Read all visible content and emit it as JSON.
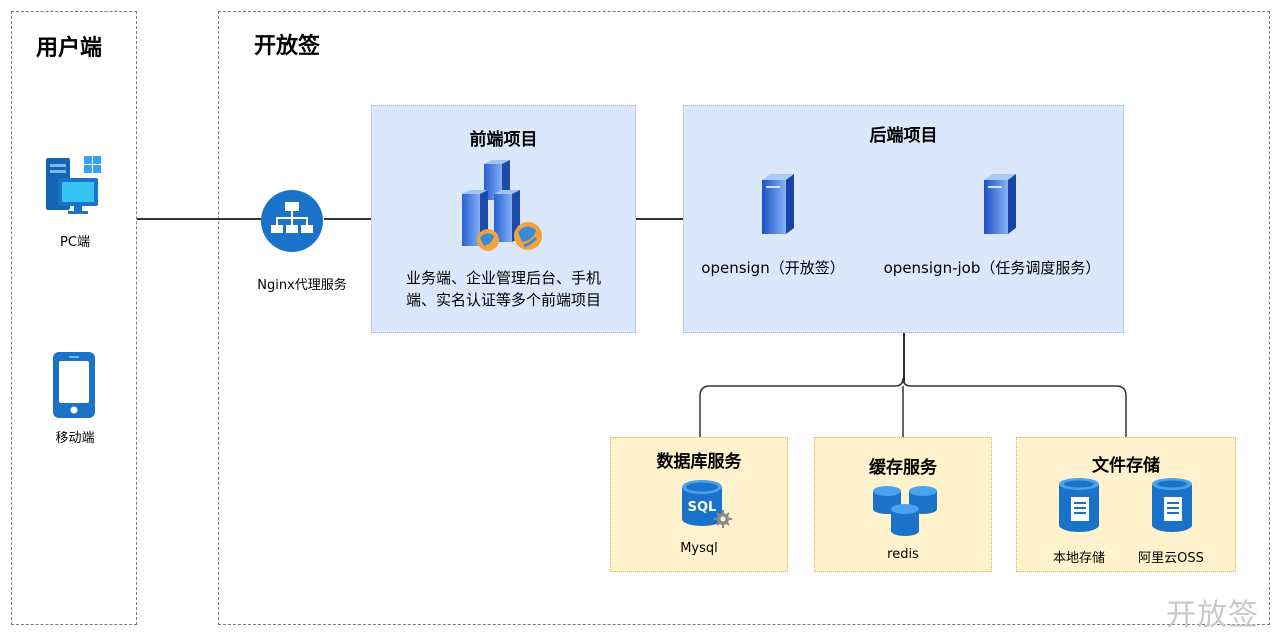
{
  "panels": {
    "user_title": "用户端",
    "system_title": "开放签"
  },
  "clients": {
    "pc_label": "PC端",
    "mobile_label": "移动端"
  },
  "nginx": {
    "label": "Nginx代理服务"
  },
  "frontend": {
    "title": "前端项目",
    "desc_line1": "业务端、企业管理后台、手机",
    "desc_line2": "端、实名认证等多个前端项目"
  },
  "backend": {
    "title": "后端项目",
    "service1": "opensign（开放签）",
    "service2": "opensign-job（任务调度服务）"
  },
  "database": {
    "title": "数据库服务",
    "icon_text": "SQL",
    "item": "Mysql"
  },
  "cache": {
    "title": "缓存服务",
    "item": "redis"
  },
  "storage": {
    "title": "文件存储",
    "item1": "本地存储",
    "item2": "阿里云OSS"
  },
  "watermark": "开放签",
  "colors": {
    "blue_box_fill": "#dbe8fb",
    "yellow_box_fill": "#fff2cc",
    "icon_blue": "#1a73c8"
  }
}
